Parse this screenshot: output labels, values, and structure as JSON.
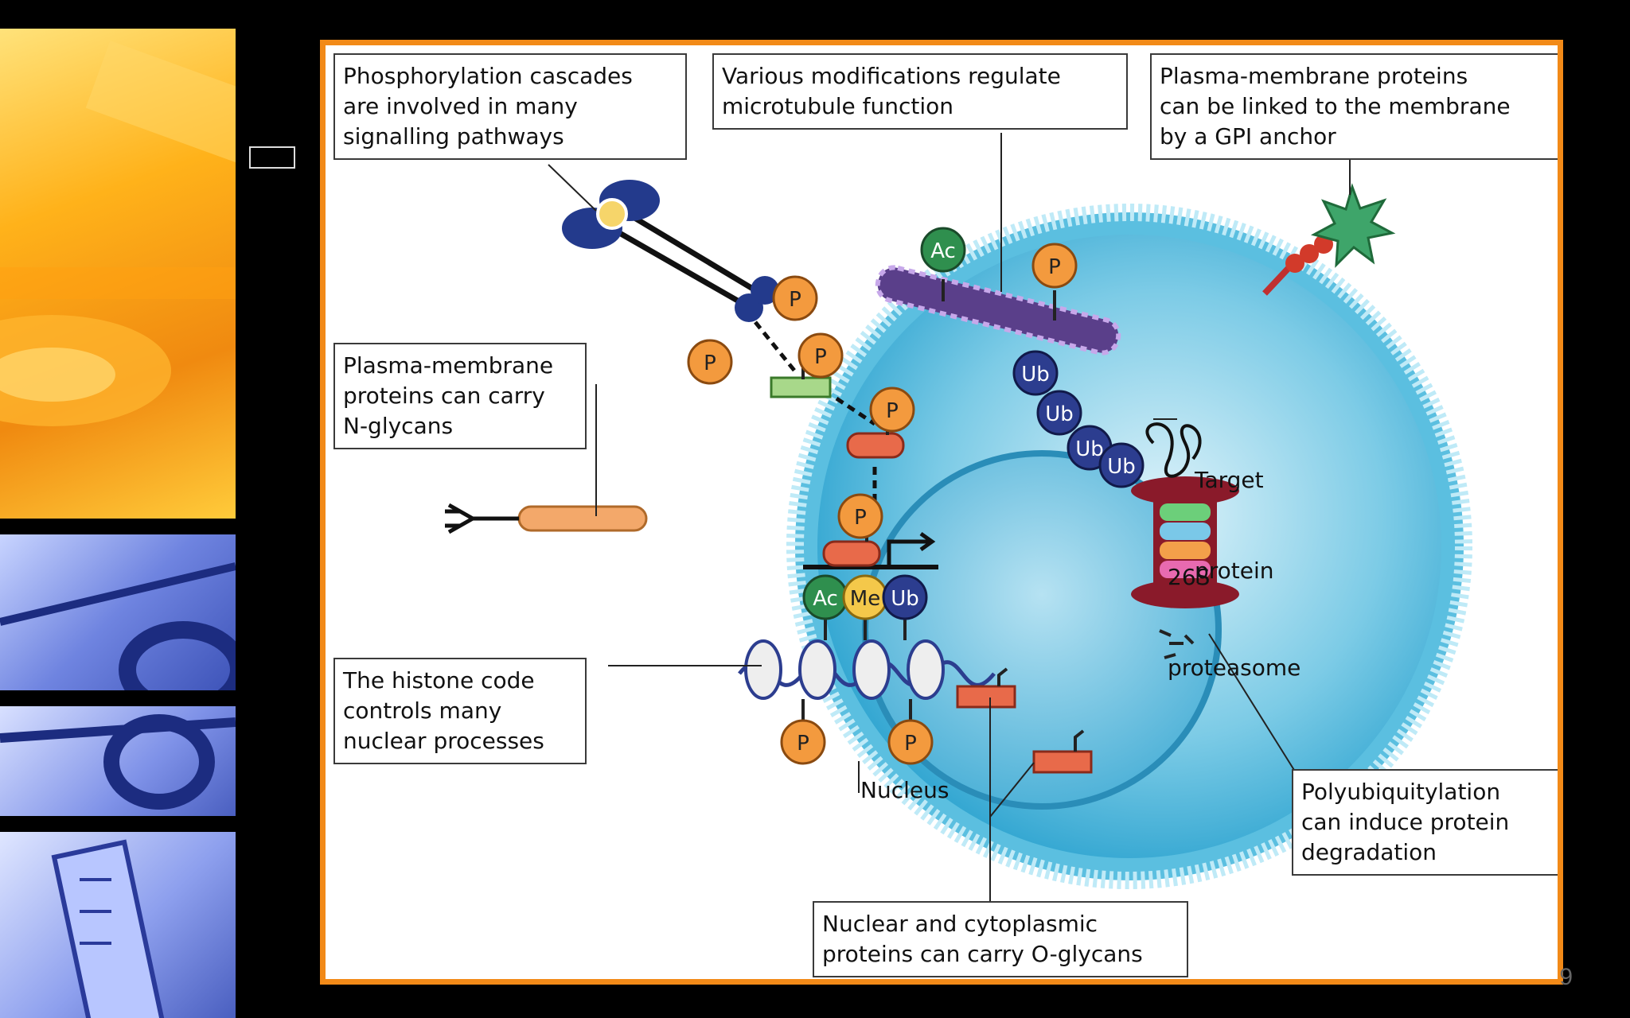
{
  "slide_number": "9",
  "callouts": {
    "phosphorylation": [
      "Phosphorylation cascades",
      "are involved in many",
      "signalling pathways"
    ],
    "microtubule": [
      "Various modifications regulate",
      "microtubule function"
    ],
    "gpi_anchor": [
      "Plasma-membrane proteins",
      "can be linked to the membrane",
      "by a GPI anchor"
    ],
    "n_glycans": [
      "Plasma-membrane",
      "proteins can carry",
      "N-glycans"
    ],
    "histone_code": [
      "The histone code",
      "controls many",
      "nuclear processes"
    ],
    "polyubiquitylation": [
      "Polyubiquitylation",
      "can induce protein",
      "degradation"
    ],
    "o_glycans": [
      "Nuclear and cytoplasmic",
      "proteins can carry O-glycans"
    ]
  },
  "labels": {
    "target_protein": [
      "Target",
      "protein"
    ],
    "proteasome": [
      "26S",
      "proteasome"
    ],
    "nucleus": "Nucleus"
  },
  "markers": {
    "phospho": "P",
    "acetyl": "Ac",
    "methyl": "Me",
    "ubiquitin": "Ub"
  },
  "colors": {
    "frame": "#f28a18",
    "cytoplasm": "#3fb6d8",
    "membrane": "#7fd3ec",
    "phospho": "#f39a3e",
    "acetyl": "#2f8f4e",
    "methyl": "#f4c84a",
    "ubiquitin": "#2c3d8f"
  }
}
